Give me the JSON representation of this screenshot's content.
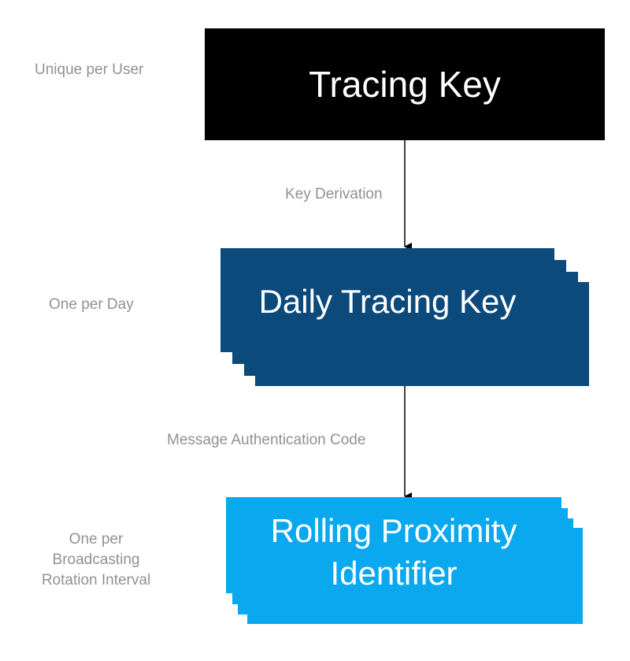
{
  "nodes": {
    "tracing_key": {
      "title": "Tracing Key",
      "side_label": "Unique per User",
      "color": "#000000"
    },
    "daily_tracing_key": {
      "title": "Daily Tracing Key",
      "side_label": "One per Day",
      "color": "#0c4a7c"
    },
    "rpi": {
      "title_lines": [
        "Rolling Proximity",
        "Identifier"
      ],
      "side_label_lines": [
        "One per",
        "Broadcasting",
        "Rotation Interval"
      ],
      "color": "#0aa8ef"
    }
  },
  "edges": {
    "tk_to_dtk": {
      "label": "Key Derivation"
    },
    "dtk_to_rpi": {
      "label": "Message Authentication Code"
    }
  },
  "colors": {
    "label_gray": "#8e9196",
    "arrow": "#000000"
  }
}
